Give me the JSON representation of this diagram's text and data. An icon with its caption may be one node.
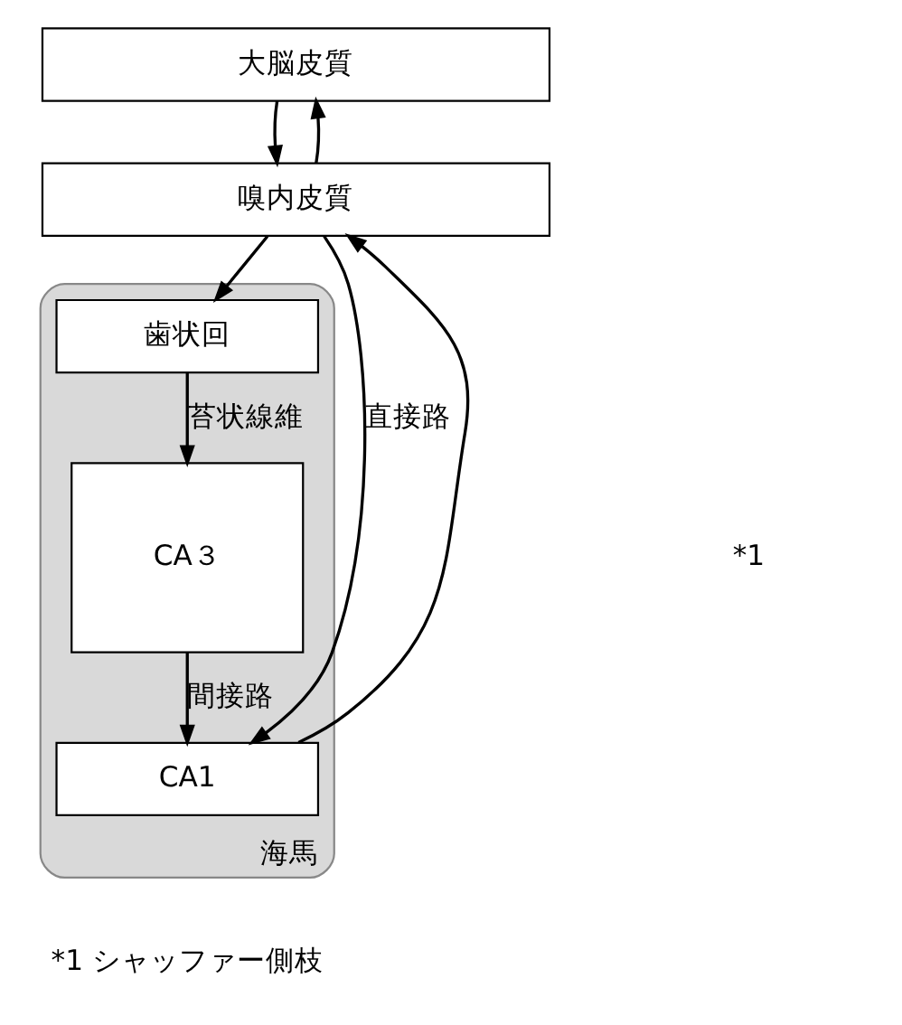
{
  "diagram": {
    "nodes": [
      {
        "text": [
          "大脳皮質"
        ]
      },
      {
        "text": [
          "嗅内皮質"
        ]
      },
      {
        "text": [
          "海馬"
        ]
      },
      {
        "text": [
          "歯状回"
        ],
        "in": 2
      },
      {
        "text": [
          "CA３"
        ],
        "in": 2
      },
      {
        "text": [
          "CA1"
        ],
        "in": 2
      }
    ],
    "edges": [
      {
        "from": 0,
        "to": 1,
        "arrow": "to"
      },
      {
        "from": 1,
        "to": 0,
        "arrow": "to"
      },
      {
        "from": 1,
        "to": 3,
        "arrow": "to"
      },
      {
        "from": 3,
        "to": 4,
        "arrow": "to",
        "label": "苔状線維"
      },
      {
        "from": 4,
        "to": 5,
        "arrow": "to",
        "label": "間接路"
      },
      {
        "from": 1,
        "to": 5,
        "arrow": "to",
        "label": "直接路"
      },
      {
        "from": 5,
        "to": 1,
        "arrow": "to"
      }
    ],
    "labels": [
      "*1",
      "*1 シャッファー側枝"
    ]
  }
}
